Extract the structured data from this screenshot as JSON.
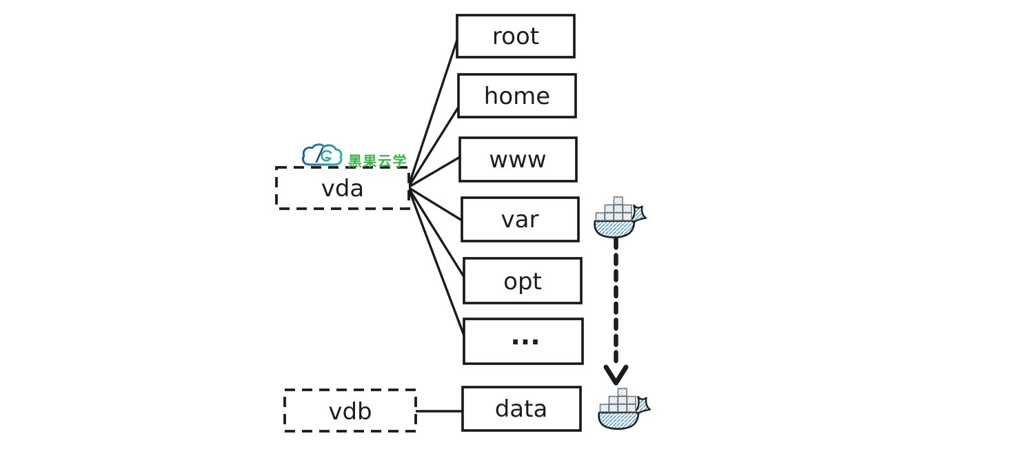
{
  "watermark": {
    "brand": "黑果云学",
    "logo_icon": "cloud-logo-icon",
    "brand_color": "#3bb54a",
    "logo_blue": "#1d5dab",
    "logo_teal": "#2fae9e"
  },
  "diagram": {
    "disks": [
      {
        "id": "vda",
        "label": "vda",
        "style": "dashed"
      },
      {
        "id": "vdb",
        "label": "vdb",
        "style": "dashed"
      }
    ],
    "directories": [
      {
        "id": "root",
        "label": "root"
      },
      {
        "id": "home",
        "label": "home"
      },
      {
        "id": "www",
        "label": "www"
      },
      {
        "id": "var",
        "label": "var"
      },
      {
        "id": "opt",
        "label": "opt"
      },
      {
        "id": "ellipsis",
        "label": "..."
      },
      {
        "id": "data",
        "label": "data"
      }
    ],
    "connections": [
      {
        "from": "vda",
        "to": "root"
      },
      {
        "from": "vda",
        "to": "home"
      },
      {
        "from": "vda",
        "to": "www"
      },
      {
        "from": "vda",
        "to": "var"
      },
      {
        "from": "vda",
        "to": "opt"
      },
      {
        "from": "vda",
        "to": "ellipsis"
      },
      {
        "from": "vdb",
        "to": "data"
      },
      {
        "from": "docker-whale-top",
        "to": "docker-whale-bottom",
        "style": "dashed-arrow"
      }
    ],
    "icons": [
      {
        "name": "docker-whale-icon",
        "position": "beside-var"
      },
      {
        "name": "docker-whale-icon",
        "position": "beside-data"
      }
    ]
  },
  "colors": {
    "background": "#ffffff",
    "ink": "#1b1b1b",
    "whale_outline": "#1c1c1c",
    "whale_hatch_blue": "#5ca2d8",
    "container_hatch_blue": "#b3d6ee",
    "container_outline": "#6f6f6f"
  }
}
